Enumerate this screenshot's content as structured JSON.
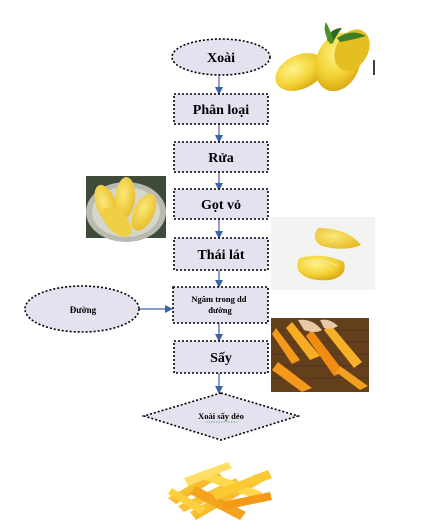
{
  "diagram": {
    "start_label": "Xoài",
    "steps": [
      "Phân loại",
      "Rửa",
      "Gọt vỏ",
      "Thái lát"
    ],
    "soak_step": "Ngâm trong dd đường",
    "soak_step_lines": [
      "Ngâm trong dd",
      "đường"
    ],
    "dry_step": "Sấy",
    "side_input": "Đường",
    "end_label": "Xoài sấy dẻo"
  },
  "colors": {
    "node_fill": "#e4e2ef",
    "node_border": "#000000",
    "arrow": "#3d63a8",
    "mango_yellow": "#f3cf3a",
    "mango_orange": "#f39a1a"
  },
  "images": [
    "whole-mangoes-photo",
    "peeled-mangoes-photo",
    "sliced-mango-photo",
    "drying-mango-slices-photo",
    "dried-mango-strips-photo"
  ]
}
